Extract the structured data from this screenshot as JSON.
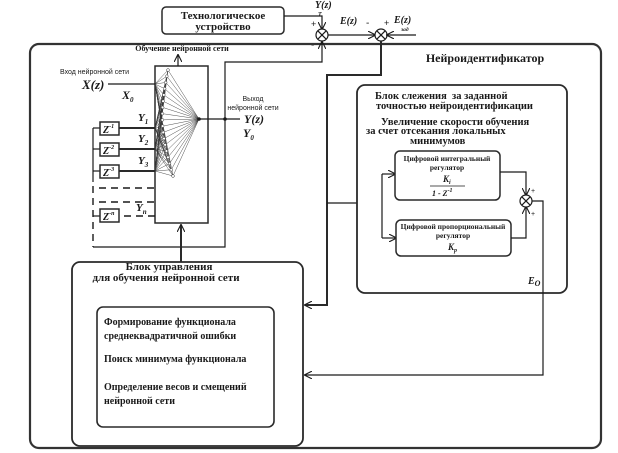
{
  "tech_device": {
    "label": [
      "Технологическое",
      "устройство"
    ]
  },
  "signals": {
    "yt_main": "Y",
    "yt_sub": "T",
    "yt_arg": "(z)",
    "e": "E(z)",
    "ezad_main": "E(z)",
    "ezad_sub": "зад",
    "plus": "+",
    "minus": "-"
  },
  "neuroidentifier": {
    "title": "Нейроидентификатор",
    "nn": {
      "training_label": "Обучение нейронной сети",
      "input_label": "Вход нейронной сети",
      "input_signal": "X(z)",
      "x0_main": "X",
      "x0_sub": "0",
      "output_label": [
        "Выход",
        "нейронной сети"
      ],
      "output_signal": "Y(z)",
      "y0_main": "Y",
      "y0_sub": "0",
      "feedback_inputs": [
        {
          "main": "Y",
          "sub": "1"
        },
        {
          "main": "Y",
          "sub": "2"
        },
        {
          "main": "Y",
          "sub": "3"
        },
        {
          "main": "Y",
          "sub": "n"
        }
      ],
      "delays": [
        {
          "main": "Z",
          "sup": "-1"
        },
        {
          "main": "Z",
          "sup": "-2"
        },
        {
          "main": "Z",
          "sup": "-3"
        },
        {
          "main": "Z",
          "sup": "-n"
        }
      ]
    },
    "tracking_block": {
      "title": [
        "Блок слежения  за заданной",
        "точностью нейроидентификации"
      ],
      "subtitle": [
        "Увеличение скорости обучения",
        "за счет отсекания локальных",
        "минимумов"
      ],
      "integral_regulator": {
        "label": [
          "Цифровой интегральный",
          "регулятор"
        ],
        "numerator_main": "K",
        "numerator_sub": "i",
        "denominator": "1 - Z",
        "denominator_sup": "-1"
      },
      "proportional_regulator": {
        "label": [
          "Цифровой пропорциональный",
          "регулятор"
        ],
        "gain_main": "K",
        "gain_sub": "p"
      },
      "output_main": "E",
      "output_sub": "O"
    },
    "control_block": {
      "title": [
        "Блок управления",
        "для обучения нейронной сети"
      ],
      "steps": [
        [
          "Формирование функционала",
          "среднеквадратичной ошибки"
        ],
        [
          "Поиск минимума функционала"
        ],
        [
          "Определение весов и смещений",
          "нейронной сети"
        ]
      ]
    }
  }
}
